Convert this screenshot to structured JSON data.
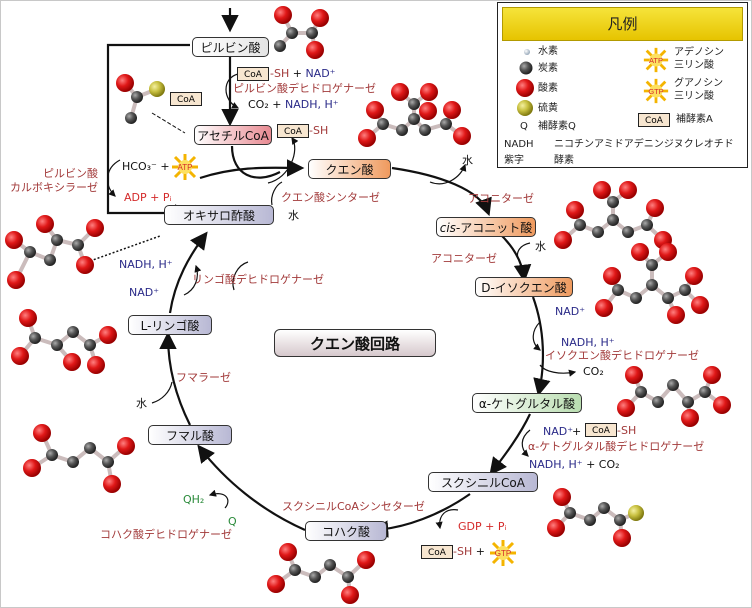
{
  "title": "クエン酸回路",
  "legend": {
    "heading": "凡例",
    "items": [
      {
        "icon": "hydrogen-atom",
        "label": "水素"
      },
      {
        "icon": "carbon-atom",
        "label": "炭素"
      },
      {
        "icon": "oxygen-atom",
        "label": "酸素"
      },
      {
        "icon": "sulfur-atom",
        "label": "硫黄"
      },
      {
        "icon": "Q",
        "label": "補酵素Q"
      },
      {
        "icon": "NADH",
        "label": "ニコチンアミドアデニンジヌクレオチド"
      },
      {
        "icon": "紫字",
        "label": "酵素"
      },
      {
        "icon": "ATP",
        "label_line1": "アデノシン",
        "label_line2": "三リン酸"
      },
      {
        "icon": "GTP",
        "label_line1": "グアノシン",
        "label_line2": "三リン酸"
      },
      {
        "icon": "CoA",
        "label": "補酵素A"
      }
    ]
  },
  "colors": {
    "enzyme": "#a23a3a",
    "nad": "#2a2a88",
    "coenzyme_q": "#2a8a3a",
    "adp_gdp": "#d42a2a",
    "oxygen": "#e01818",
    "carbon": "#555555",
    "sulfur": "#c8c040",
    "legend_header": "#f0d820"
  },
  "metabolites": {
    "pyruvate": "ピルビン酸",
    "acetyl_coa": "アセチルCoA",
    "citrate": "クエン酸",
    "cis_aconitate_prefix": "cis-",
    "cis_aconitate": "アコニット酸",
    "isocitrate": "D-イソクエン酸",
    "alpha_ketoglutarate": "α-ケトグルタル酸",
    "succinyl_coa": "スクシニルCoA",
    "succinate": "コハク酸",
    "fumarate": "フマル酸",
    "malate": "L-リンゴ酸",
    "oxaloacetate": "オキサロ酢酸"
  },
  "enzymes": {
    "pyruvate_dehydrogenase": "ピルビン酸デヒドロゲナーゼ",
    "pyruvate_carboxylase_1": "ピルビン酸",
    "pyruvate_carboxylase_2": "カルボキシラーゼ",
    "citrate_synthase": "クエン酸シンターゼ",
    "aconitase_1": "アコニターゼ",
    "aconitase_2": "アコニターゼ",
    "isocitrate_dehydrogenase": "イソクエン酸デヒドロゲナーゼ",
    "akg_dehydrogenase": "α-ケトグルタル酸デヒドロゲナーゼ",
    "succinyl_coa_synthetase": "スクシニルCoAシンセターゼ",
    "succinate_dehydrogenase": "コハク酸デヒドロゲナーゼ",
    "fumarase": "フマラーゼ",
    "malate_dehydrogenase": "リンゴ酸デヒドロゲナーゼ"
  },
  "cofactors": {
    "coa": "CoA",
    "sh": "-SH",
    "plus": "+",
    "nad_plus": "NAD⁺",
    "co2": "CO₂",
    "nadh_h": "NADH, H⁺",
    "water": "水",
    "hco3": "HCO₃⁻ +",
    "atp": "ATP",
    "gtp": "GTP",
    "adp_pi": "ADP + Pᵢ",
    "gdp_pi": "GDP + Pᵢ",
    "q": "Q",
    "qh2": "QH₂",
    "nadh_h_co2": "+ CO₂"
  }
}
